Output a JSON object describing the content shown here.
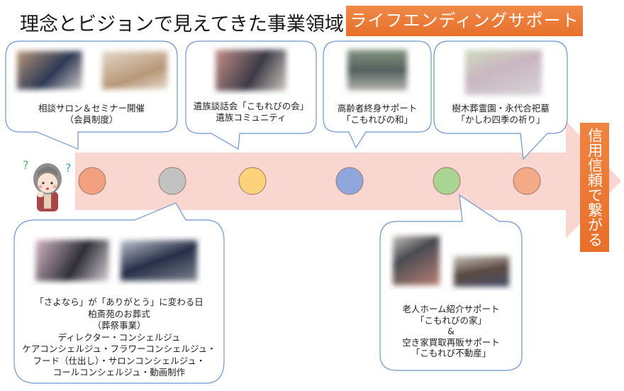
{
  "title": "理念とビジョンで見えてきた事業領域",
  "badge": "ライフエンディングサポート",
  "arrow_label": "信用信頼で繋がる",
  "colors": {
    "badge": "#e97a35",
    "arrow": "#f9d6cf",
    "bubble_border": "#6f95cf",
    "milestones": [
      "#f2a07f",
      "#c2c2c2",
      "#fdd27b",
      "#8fa7dc",
      "#a9d494",
      "#f4a987"
    ]
  },
  "character": {
    "icon": "elderly-woman-question-icon",
    "marks": [
      "?",
      "?"
    ]
  },
  "milestones": [
    {
      "id": "salon",
      "lines": [
        "相談サロン＆セミナー開催",
        "（会員制度）"
      ],
      "position": "top"
    },
    {
      "id": "funeral",
      "lines": [
        "「さよなら」が「ありがとう」に変わる日",
        "柏斎苑のお葬式",
        "（葬祭事業）",
        "ディレクター・コンシェルジュ",
        "ケアコンシェルジュ・フラワーコンシェルジュ・",
        "フード（仕出し）・サロンコンシェルジュ・",
        "コールコンシェルジュ・動画制作"
      ],
      "position": "bottom"
    },
    {
      "id": "bereaved",
      "lines": [
        "遺族談話会「こもれびの会」",
        "遺族コミュニティ"
      ],
      "position": "top"
    },
    {
      "id": "elderly",
      "lines": [
        "高齢者終身サポート",
        "「こもれびの和」"
      ],
      "position": "top"
    },
    {
      "id": "home",
      "lines": [
        "老人ホーム紹介サポート",
        "「こもれびの家」",
        "&",
        "空き家買取再販サポート",
        "「こもれび不動産」"
      ],
      "position": "bottom"
    },
    {
      "id": "cemetery",
      "lines": [
        "樹木葬霊園・永代合祀墓",
        "「かしわ四季の祈り」"
      ],
      "position": "top"
    }
  ]
}
